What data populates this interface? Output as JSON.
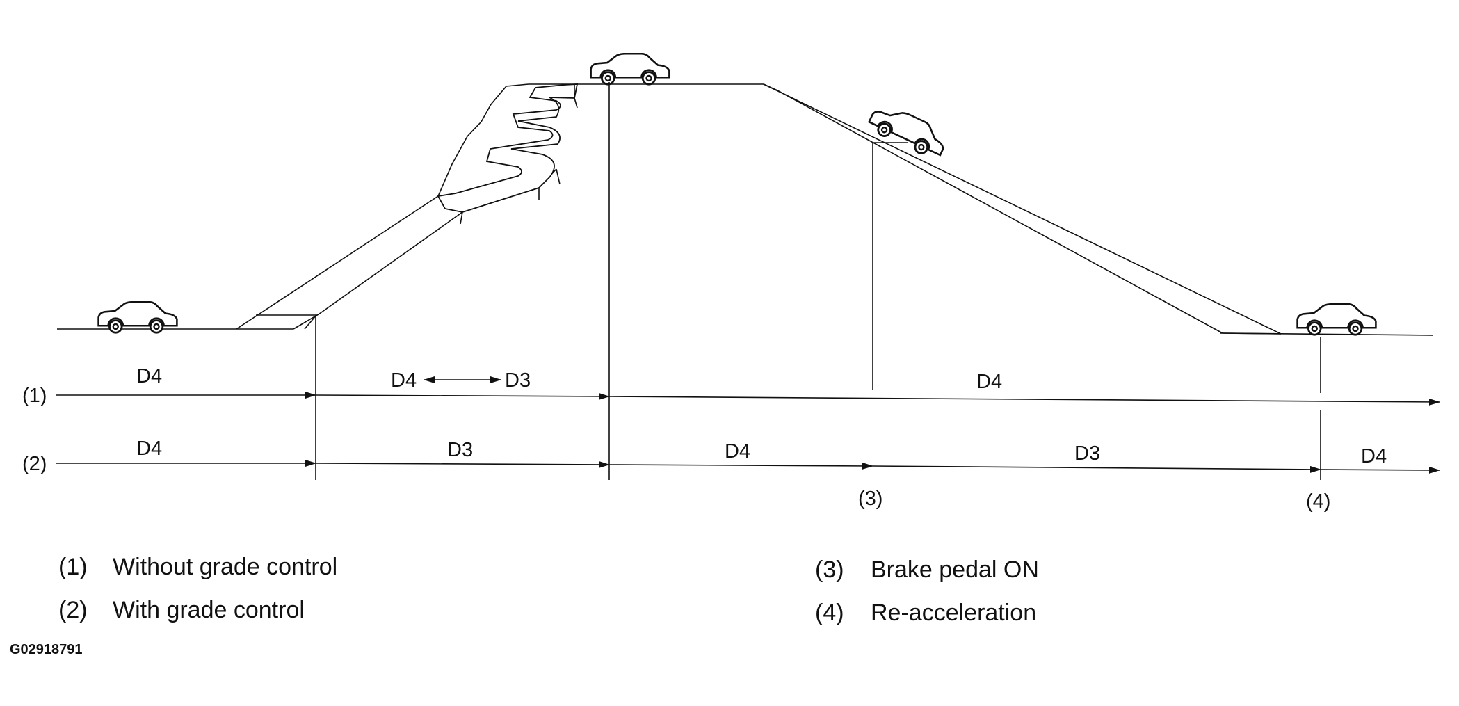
{
  "rows": {
    "row1": {
      "label": "(1)",
      "segments": [
        "D4",
        "D4",
        "D3",
        "D4"
      ]
    },
    "row2": {
      "label": "(2)",
      "segments": [
        "D4",
        "D3",
        "D4",
        "D3",
        "D4"
      ]
    }
  },
  "markers": {
    "m3": "(3)",
    "m4": "(4)"
  },
  "legend": [
    {
      "num": "(1)",
      "text": "Without grade control"
    },
    {
      "num": "(2)",
      "text": "With grade control"
    },
    {
      "num": "(3)",
      "text": "Brake pedal ON"
    },
    {
      "num": "(4)",
      "text": "Re-acceleration"
    }
  ],
  "figure_code": "G02918791",
  "icons": {
    "vehicle": "car-icon",
    "arrow": "arrow-icon"
  }
}
